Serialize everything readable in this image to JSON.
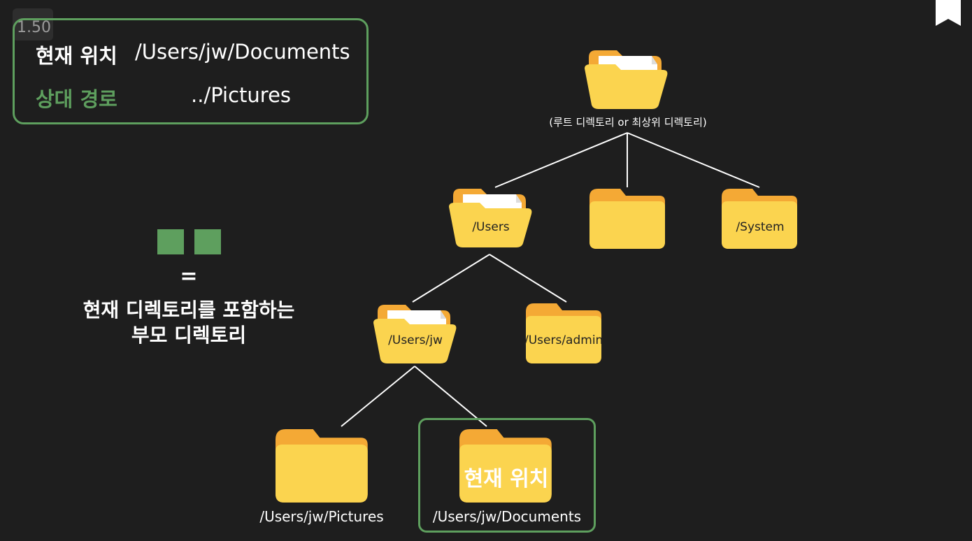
{
  "playback": {
    "speed": "1.50"
  },
  "info_box": {
    "current_label": "현재 위치",
    "current_value": "/Users/jw/Documents",
    "relative_label": "상대 경로",
    "relative_value": "../Pictures"
  },
  "explanation": {
    "equals": "=",
    "line1": "현재 디렉토리를 포함하는",
    "line2": "부모  디렉토리"
  },
  "tree": {
    "root_caption": "(루트 디렉토리 or 최상위 디렉토리)",
    "users": "/Users",
    "system": "/System",
    "users_jw": "/Users/jw",
    "users_admin": "/Users/admin",
    "pictures": "/Users/jw/Pictures",
    "documents": "/Users/jw/Documents",
    "current_marker": "현재 위치"
  },
  "colors": {
    "background": "#1e1e1e",
    "accent_green": "#5e9f5e",
    "folder_front": "#fbd44f",
    "folder_back": "#f4a935",
    "paper": "#ffffff"
  }
}
